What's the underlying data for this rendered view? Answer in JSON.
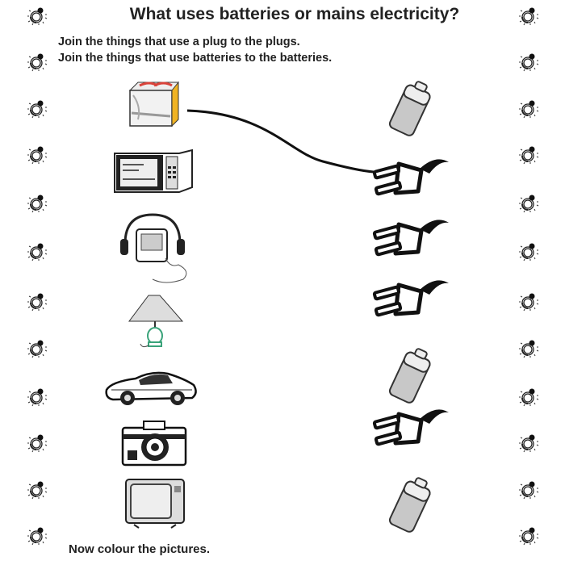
{
  "title": "What uses batteries or mains electricity?",
  "instructions": [
    "Join the things that use a plug to the plugs.",
    "Join the things that use batteries to the batteries."
  ],
  "footer": "Now colour the pictures.",
  "border_icon": "light-bulb-icon",
  "left_items": [
    "toaster",
    "microwave",
    "personal-stereo",
    "lamp",
    "car",
    "camera",
    "television"
  ],
  "right_items": [
    "battery",
    "plug",
    "plug",
    "plug",
    "battery",
    "plug",
    "battery"
  ],
  "connections": [
    {
      "from": "toaster",
      "to_index": 1
    }
  ],
  "colors": {
    "toaster_accent": "#f0b323",
    "toaster_bars": "#d9433a",
    "lamp_base": "#3aa37a",
    "battery_fill": "#c8c8c8"
  }
}
